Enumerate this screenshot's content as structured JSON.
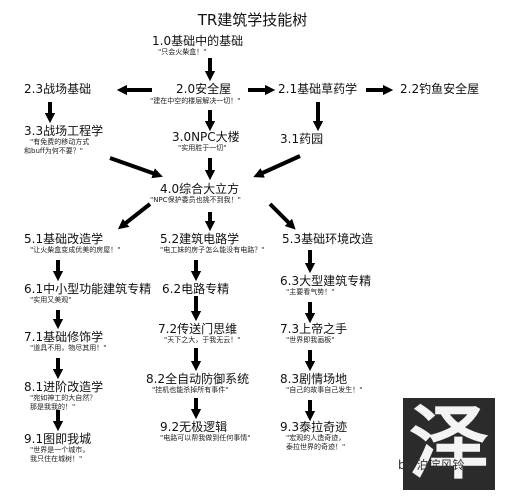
{
  "title": "TR建筑学技能树",
  "nodes": {
    "n1_0": {
      "title": "1.0基础中的基础",
      "sub": "\"只会火柴盒！\""
    },
    "n2_0": {
      "title": "2.0安全屋",
      "sub": "\"建在中空的楼层解决一切！\""
    },
    "n2_1": {
      "title": "2.1基础草药学",
      "sub": ""
    },
    "n2_2": {
      "title": "2.2钓鱼安全屋",
      "sub": ""
    },
    "n2_3": {
      "title": "2.3战场基础",
      "sub": ""
    },
    "n3_3": {
      "title": "3.3战场工程学",
      "sub": "\"有免费的移动方式",
      "sub2": "和buff为何不要？\""
    },
    "n3_0": {
      "title": "3.0NPC大楼",
      "sub": "\"实用胜于一切\""
    },
    "n3_1": {
      "title": "3.1药园",
      "sub": ""
    },
    "n4_0": {
      "title": "4.0综合大立方",
      "sub": "\"NPC保护委员也挑不到我！\""
    },
    "n5_1": {
      "title": "5.1基础改造学",
      "sub": "\"让火柴盒变成优美的房屋！\""
    },
    "n5_2": {
      "title": "5.2建筑电路学",
      "sub": "\"电工妹的房子怎么能没有电路？\""
    },
    "n5_3": {
      "title": "5.3基础环境改造",
      "sub": ""
    },
    "n6_1": {
      "title": "6.1中小型功能建筑专精",
      "sub": "\"实用又美观\""
    },
    "n6_2": {
      "title": "6.2电路专精",
      "sub": ""
    },
    "n6_3": {
      "title": "6.3大型建筑专精",
      "sub": "\"主要看气势！\""
    },
    "n7_1": {
      "title": "7.1基础修饰学",
      "sub": "\"道具不用，物尽其用！\""
    },
    "n7_2": {
      "title": "7.2传送门思维",
      "sub": "\"天下之大，于我无云！\""
    },
    "n7_3": {
      "title": "7.3上帝之手",
      "sub": "\"世界即我画板\""
    },
    "n8_1": {
      "title": "8.1进阶改造学",
      "sub": "\"宛如神工的大自然？",
      "sub2": "那是我我的！\""
    },
    "n8_2": {
      "title": "8.2全自动防御系统",
      "sub": "\"挂机也能杀掉所有事件\""
    },
    "n8_3": {
      "title": "8.3剧情场地",
      "sub": "\"自己的故事自己发生！\""
    },
    "n9_1": {
      "title": "9.1图即我城",
      "sub": "\"世界是一个城市，",
      "sub2": "我只住在城树！\""
    },
    "n9_2": {
      "title": "9.2无极逻辑",
      "sub": "\"电路可以帮我做到任何事情\""
    },
    "n9_3": {
      "title": "9.3泰拉奇迹",
      "sub": "\"宏观的人造奇迹，",
      "sub2": "泰拉世界的奇迹！\""
    }
  },
  "watermark": {
    "glyph": "泽",
    "by": "by 泊淀风铃"
  }
}
